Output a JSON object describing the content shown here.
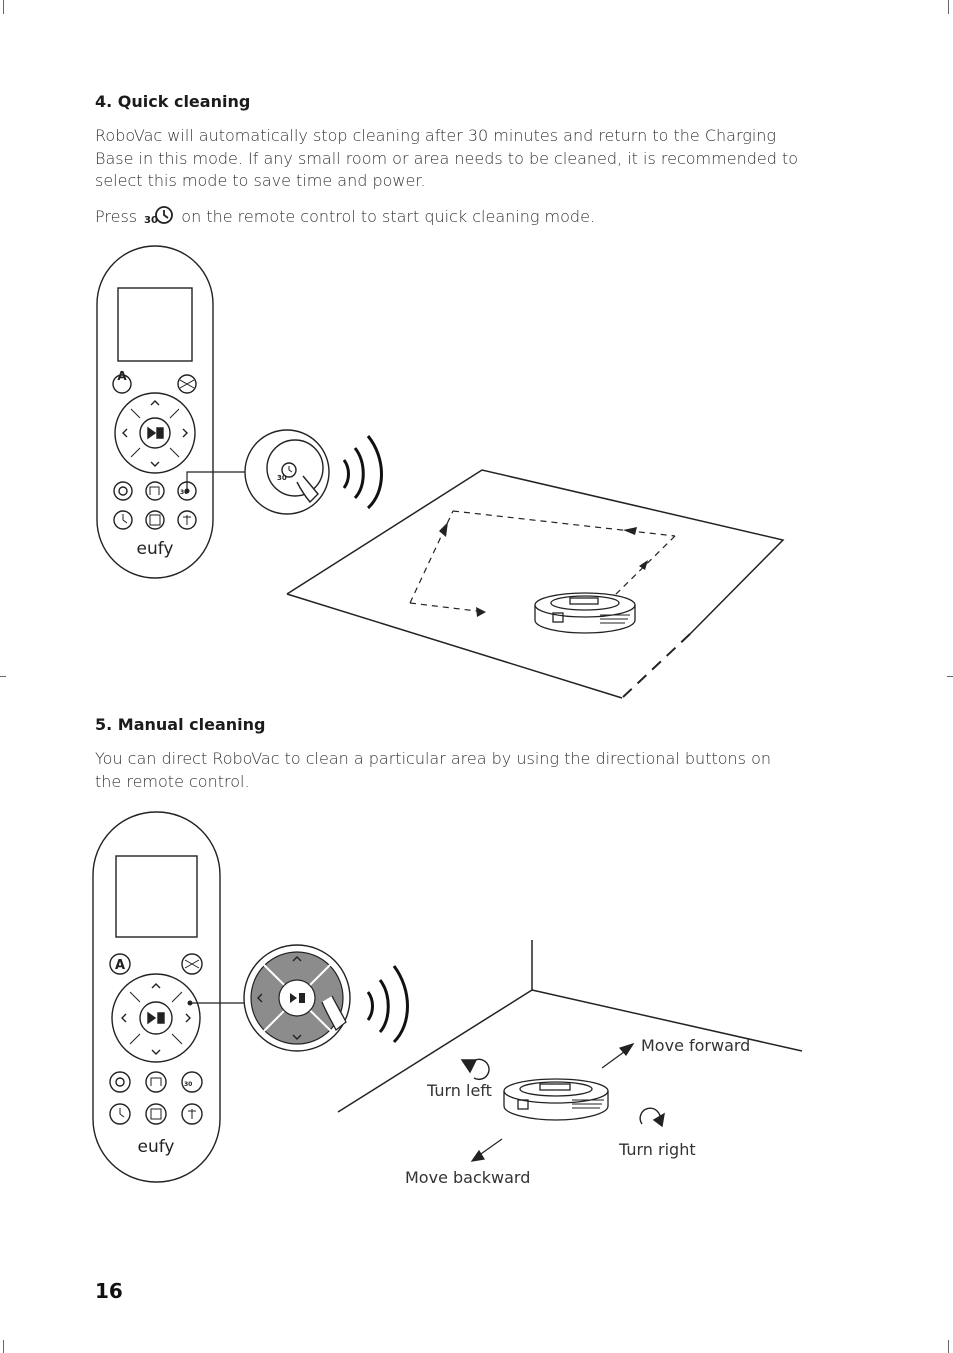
{
  "section4": {
    "heading": "4. Quick cleaning",
    "paragraph": "RoboVac will automatically stop cleaning after 30 minutes and return to the Charging Base in this mode. If any small room or area needs to be cleaned, it is recommended to select this mode to save time and power.",
    "press_prefix": "Press",
    "press_suffix": "on the remote control to start quick cleaning mode.",
    "icon_label": "30"
  },
  "section5": {
    "heading": "5. Manual cleaning",
    "paragraph": "You can direct RoboVac to clean a particular area by using the directional buttons on the remote control."
  },
  "labels": {
    "move_forward": "Move forward",
    "turn_left": "Turn left",
    "turn_right": "Turn right",
    "move_backward": "Move backward"
  },
  "remote": {
    "brand": "eufy",
    "auto_button": "A",
    "quick_clean_label": "30"
  },
  "page_number": "16",
  "colors": {
    "ink": "#222222",
    "highlight_gray": "#8c8c8c"
  }
}
